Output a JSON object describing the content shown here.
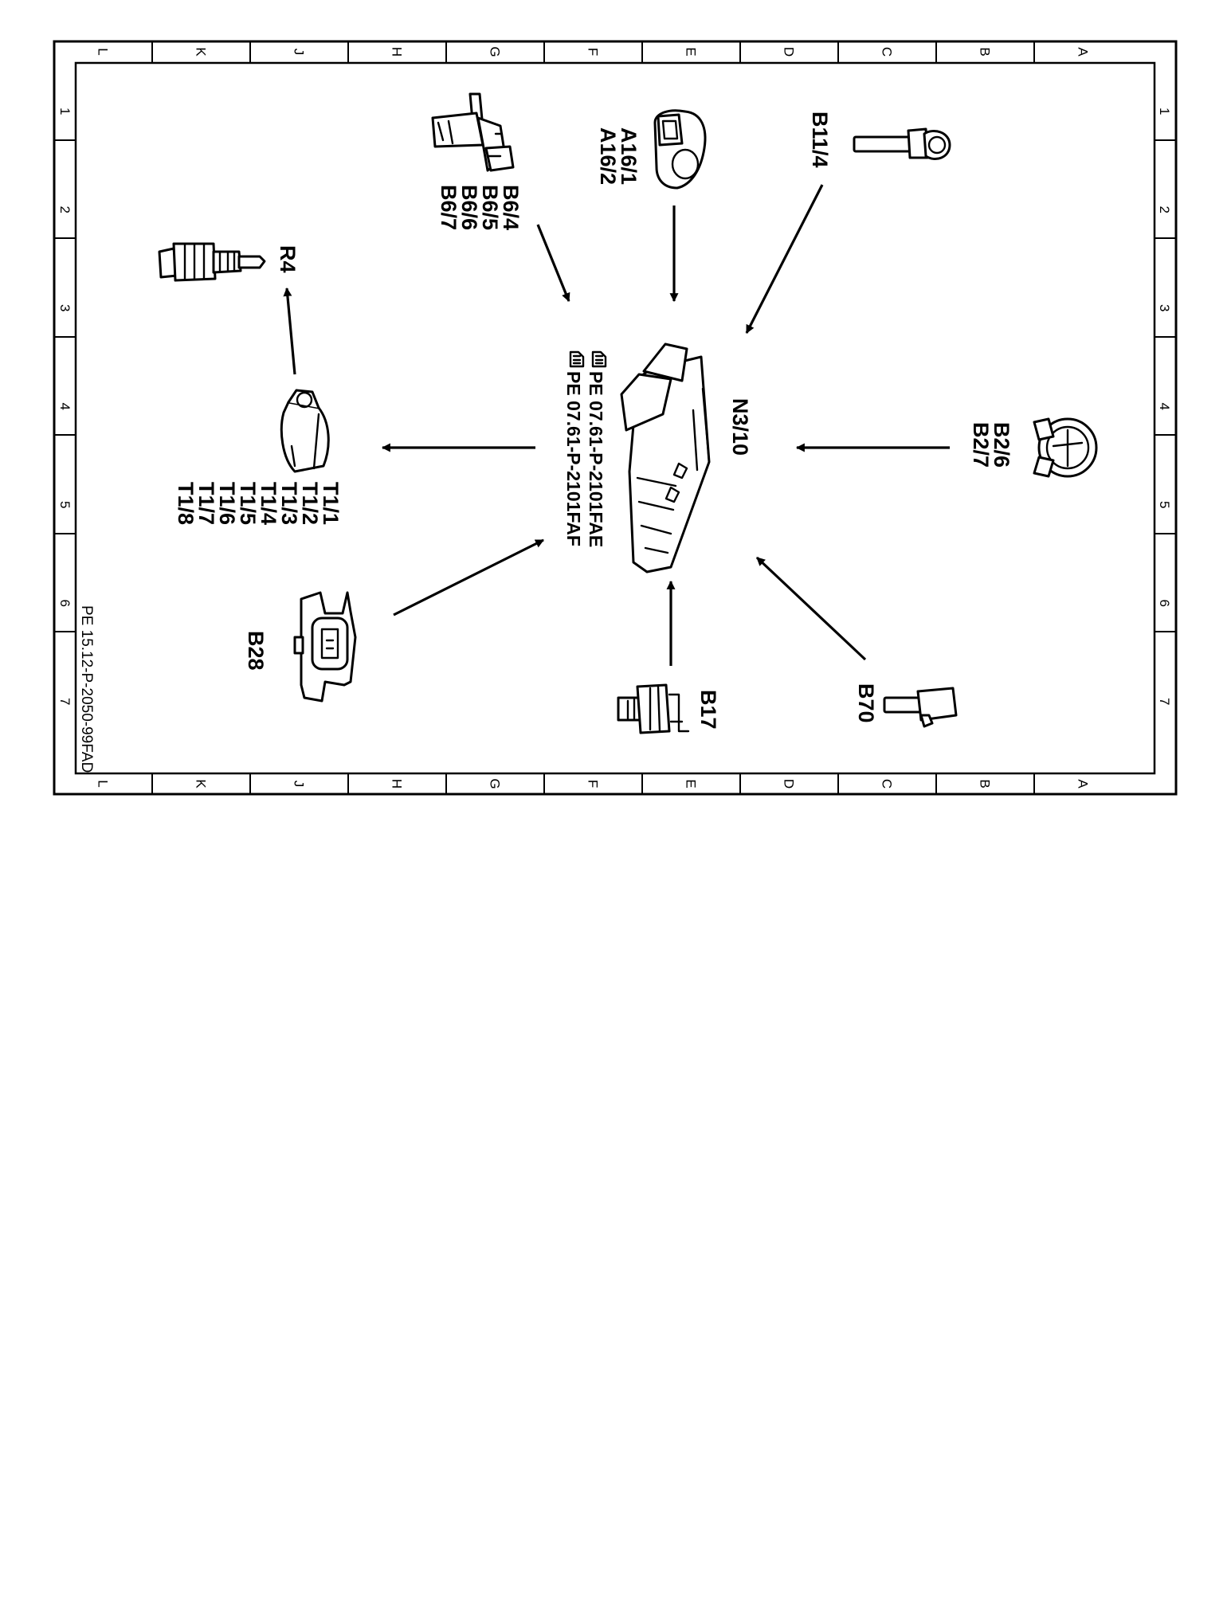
{
  "frame": {
    "grid_letters": [
      "L",
      "K",
      "J",
      "H",
      "G",
      "F",
      "E",
      "D",
      "C",
      "B",
      "A"
    ],
    "grid_numbers": [
      "1",
      "2",
      "3",
      "4",
      "5",
      "6",
      "7"
    ],
    "doc_number": "PE 15.12-P-2050-99FAD"
  },
  "control_unit": {
    "label": "N3/10",
    "refs": [
      "PE 07.61-P-2101FAE",
      "PE 07.61-P-2101FAF"
    ]
  },
  "components": {
    "b6": [
      "B6/4",
      "B6/5",
      "B6/6",
      "B6/7"
    ],
    "a16": [
      "A16/1",
      "A16/2"
    ],
    "b11": [
      "B11/4"
    ],
    "r4": [
      "R4"
    ],
    "b2": [
      "B2/6",
      "B2/7"
    ],
    "t1": [
      "T1/1",
      "T1/2",
      "T1/3",
      "T1/4",
      "T1/5",
      "T1/6",
      "T1/7",
      "T1/8"
    ],
    "b28": [
      "B28"
    ],
    "b17": [
      "B17"
    ],
    "b70": [
      "B70"
    ]
  }
}
